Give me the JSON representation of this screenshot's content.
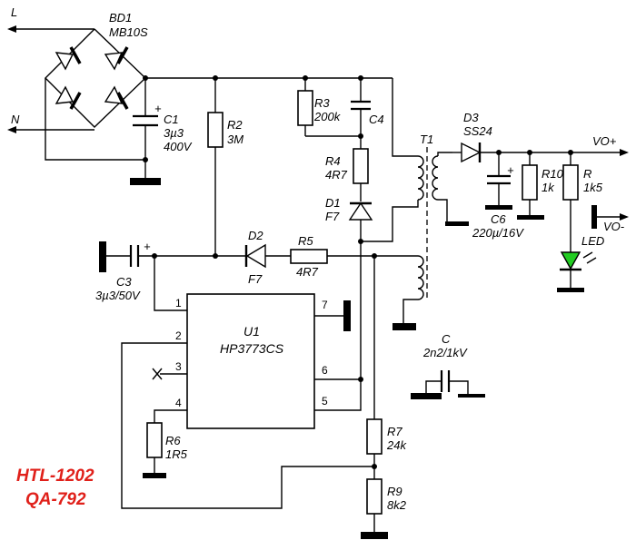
{
  "inputs": {
    "line": "L",
    "neutral": "N"
  },
  "components": {
    "bd1": {
      "ref": "BD1",
      "value": "MB10S"
    },
    "c1": {
      "ref": "C1",
      "value": "3µ3",
      "voltage": "400V",
      "plus": "+"
    },
    "r2": {
      "ref": "R2",
      "value": "3M"
    },
    "r3": {
      "ref": "R3",
      "value": "200k"
    },
    "c4": {
      "ref": "C4"
    },
    "r4": {
      "ref": "R4",
      "value": "4R7"
    },
    "d1": {
      "ref": "D1",
      "value": "F7"
    },
    "t1": {
      "ref": "T1"
    },
    "d3": {
      "ref": "D3",
      "value": "SS24"
    },
    "c6": {
      "ref": "C6",
      "value": "220µ/16V",
      "plus": "+"
    },
    "r10": {
      "ref": "R10",
      "value": "1k"
    },
    "r": {
      "ref": "R",
      "value": "1k5"
    },
    "led": {
      "ref": "LED"
    },
    "c3": {
      "ref": "C3",
      "value": "3µ3/50V",
      "plus": "+"
    },
    "d2": {
      "ref": "D2",
      "value": "F7"
    },
    "r5": {
      "ref": "R5",
      "value": "4R7"
    },
    "u1": {
      "ref": "U1",
      "part": "HP3773CS",
      "pins": [
        "1",
        "2",
        "3",
        "4",
        "5",
        "6",
        "7"
      ]
    },
    "r6": {
      "ref": "R6",
      "value": "1R5"
    },
    "c": {
      "ref": "C",
      "value": "2n2/1kV"
    },
    "r7": {
      "ref": "R7",
      "value": "24k"
    },
    "r9": {
      "ref": "R9",
      "value": "8k2"
    }
  },
  "outputs": {
    "positive": "VO+",
    "negative": "VO-"
  },
  "notes": {
    "line1": "HTL-1202",
    "line2": "QA-792"
  },
  "colors": {
    "wire": "#000000",
    "led": "#22cc22",
    "note": "#e0201a"
  }
}
